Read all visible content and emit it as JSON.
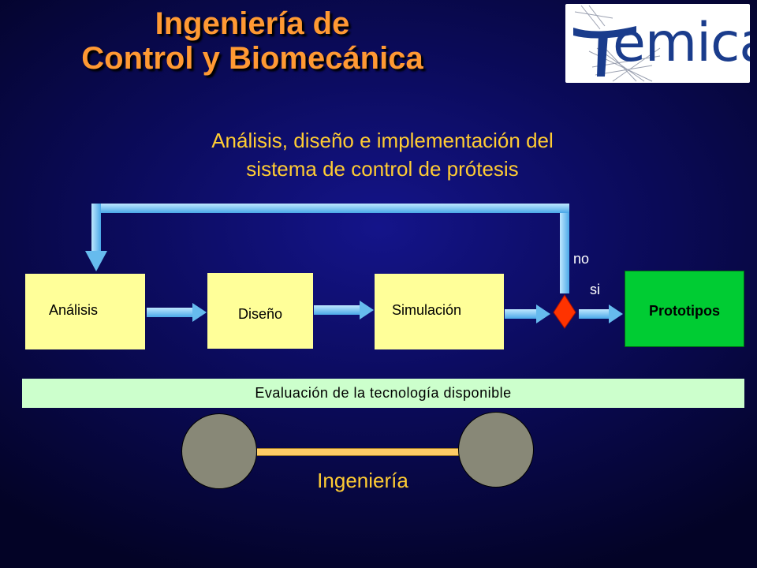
{
  "title": {
    "line1": "Ingeniería de",
    "line2": "Control y Biomecánica",
    "color": "#ff9933"
  },
  "logo": {
    "text": "emica",
    "text_color": "#1a3c8c"
  },
  "subtitle": {
    "line1": "Análisis, diseño e implementación del",
    "line2": "sistema de control de prótesis",
    "color": "#ffcc33"
  },
  "flow": {
    "steps": [
      {
        "label": "Análisis"
      },
      {
        "label": "Diseño"
      },
      {
        "label": "Simulación"
      }
    ],
    "decision_no": "no",
    "decision_yes": "si",
    "result": "Prototipos",
    "box_color": "#ffff99",
    "result_color": "#00cc33",
    "arrow_color": "#66ccff",
    "decision_color": "#ff3300"
  },
  "evaluation_bar": "Evaluación de la tecnología disponible",
  "engineering_label": "Ingeniería",
  "label_color": "#ffffff",
  "engineering_color": "#ffcc33"
}
